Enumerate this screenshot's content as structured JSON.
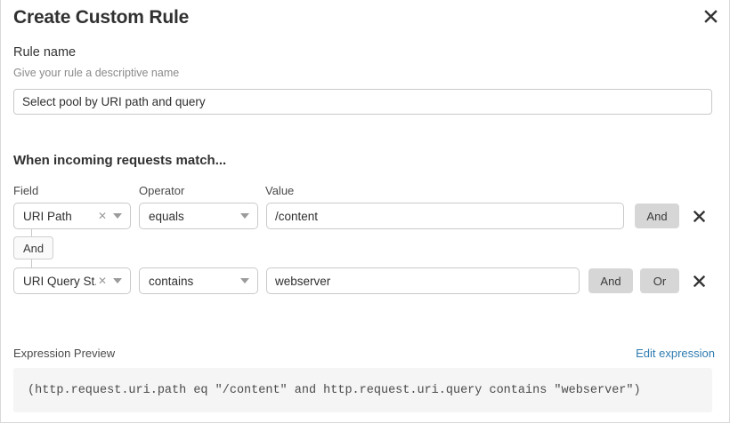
{
  "modal": {
    "title": "Create Custom Rule",
    "close_icon": "close-icon"
  },
  "rule_name": {
    "label": "Rule name",
    "hint": "Give your rule a descriptive name",
    "value": "Select pool by URI path and query",
    "placeholder": ""
  },
  "match_section": {
    "heading": "When incoming requests match...",
    "columns": {
      "field": "Field",
      "operator": "Operator",
      "value": "Value"
    },
    "clear_icon": "clear-x-icon",
    "caret_icon": "chevron-down-icon",
    "delete_icon": "delete-x-icon",
    "connector": {
      "label": "And"
    },
    "rows": [
      {
        "field": "URI Path",
        "operator": "equals",
        "value": "/content",
        "and_label": "And",
        "or_label": "Or",
        "show_or": false
      },
      {
        "field": "URI Query St...",
        "operator": "contains",
        "value": "webserver",
        "and_label": "And",
        "or_label": "Or",
        "show_or": true
      }
    ]
  },
  "expression_preview": {
    "label": "Expression Preview",
    "edit_link": "Edit expression",
    "expression": "(http.request.uri.path eq \"/content\" and http.request.uri.query contains \"webserver\")"
  },
  "colors": {
    "link": "#2e7cb0",
    "logic_button_bg": "#d6d6d6",
    "expression_bg": "#f5f5f5",
    "border": "#c9c9c9"
  }
}
